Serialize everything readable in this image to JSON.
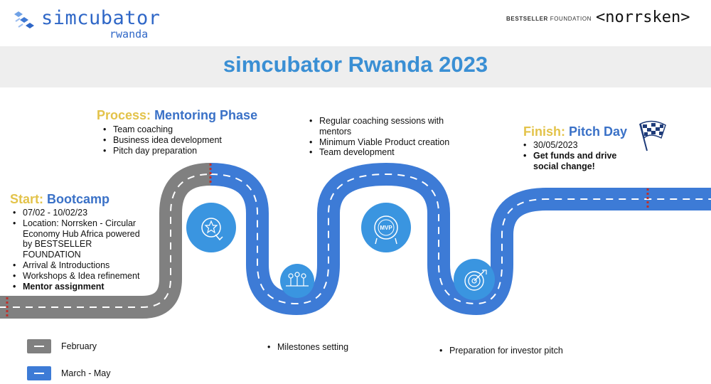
{
  "header": {
    "logo_main": "simcubator",
    "logo_sub": "rwanda",
    "partner1_bold": "BESTSELLER",
    "partner1_rest": " FOUNDATION",
    "partner2": "<norrsken>"
  },
  "title": "simcubator Rwanda 2023",
  "start": {
    "label": "Start:",
    "name": "Bootcamp",
    "items": [
      {
        "text": "07/02 - 10/02/23",
        "bold": false
      },
      {
        "text": "Location: Norrsken - Circular Economy Hub Africa powered by BESTSELLER FOUNDATION",
        "bold": false
      },
      {
        "text": "Arrival & Introductions",
        "bold": false
      },
      {
        "text": "Workshops & Idea refinement",
        "bold": false
      },
      {
        "text": "Mentor assignment",
        "bold": true
      }
    ]
  },
  "process": {
    "label": "Process:",
    "name": "Mentoring Phase",
    "items": [
      "Team coaching",
      "Business idea development",
      "Pitch day preparation"
    ]
  },
  "mid_phase": {
    "items": [
      "Regular coaching sessions with mentors",
      "Minimum Viable Product creation",
      "Team development"
    ]
  },
  "finish": {
    "label": "Finish:",
    "name": "Pitch Day",
    "items": [
      {
        "text": "30/05/2023",
        "bold": false
      },
      {
        "text": "Get funds and drive social change!",
        "bold": true
      }
    ]
  },
  "milestones": {
    "items": [
      "Milestones setting"
    ]
  },
  "investor": {
    "items": [
      "Preparation for investor pitch"
    ]
  },
  "icons": {
    "mvp_badge": "MVP",
    "star_hand": "star-hand-icon",
    "milestones": "milestones-icon",
    "mvp": "mvp-badge-icon",
    "target": "target-icon",
    "flag": "checkered-flag-icon"
  },
  "legend": [
    {
      "label": "February",
      "color": "#808080"
    },
    {
      "label": "March - May",
      "color": "#3d7bd6"
    }
  ],
  "colors": {
    "gray_road": "#808080",
    "blue_road": "#3d7bd6",
    "icon_circle": "#3a95e0",
    "accent_yellow": "#e3c34a",
    "accent_blue": "#3a71c7",
    "title_blue": "#3a8fd4"
  }
}
